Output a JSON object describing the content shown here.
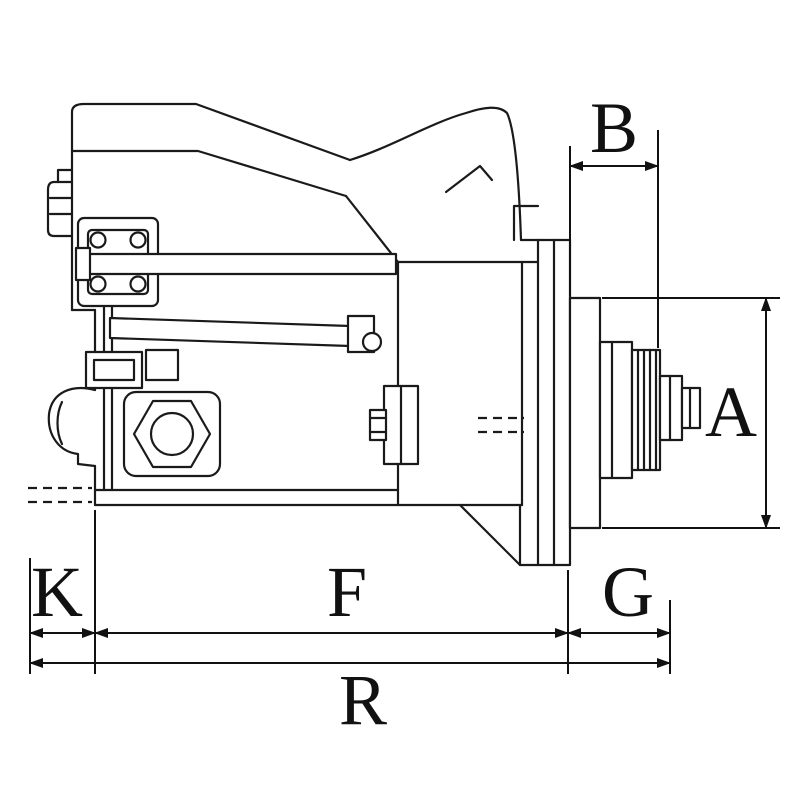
{
  "page": {
    "background": "#ffffff"
  },
  "drawing": {
    "title": "starter-motor-side-view-dimension-drawing",
    "stroke_color": "#1a1a1a",
    "label_color": "#111111",
    "dimensions": {
      "B": {
        "label": "B"
      },
      "A": {
        "label": "A"
      },
      "K": {
        "label": "K"
      },
      "F": {
        "label": "F"
      },
      "G": {
        "label": "G"
      },
      "R": {
        "label": "R"
      }
    }
  }
}
